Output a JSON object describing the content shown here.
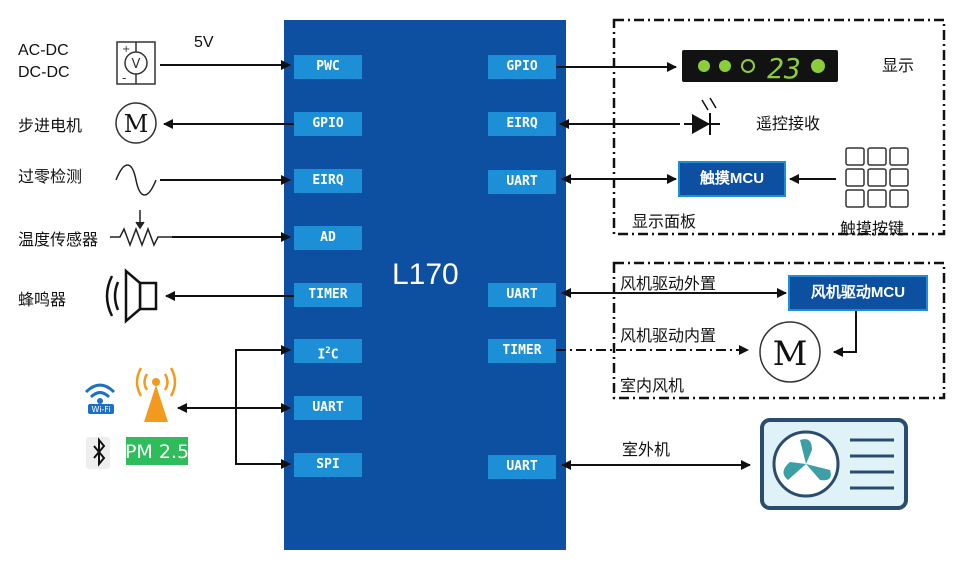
{
  "chip": {
    "name": "L170",
    "color": "#0d4fa0"
  },
  "left_ports": [
    "PWC",
    "GPIO",
    "EIRQ",
    "AD",
    "TIMER",
    "I2C",
    "UART",
    "SPI"
  ],
  "right_ports": [
    "GPIO",
    "EIRQ",
    "UART",
    "UART",
    "TIMER",
    "UART"
  ],
  "i2c_label": {
    "base": "I",
    "sup": "2",
    "tail": "C"
  },
  "left_devices": {
    "power_line1": "AC-DC",
    "power_line2": "DC-DC",
    "power_voltage": "5V",
    "stepper": "步进电机",
    "zero_cross": "过零检测",
    "temp_sensor": "温度传感器",
    "buzzer": "蜂鸣器",
    "pm_label": "PM 2.5"
  },
  "display_panel": {
    "title": "显示面板",
    "display": "显示",
    "display_digits": "23",
    "remote": "遥控接收",
    "mcu": "触摸MCU",
    "keys": "触摸按键"
  },
  "fan_group": {
    "external": "风机驱动外置",
    "internal": "风机驱动内置",
    "title": "室内风机",
    "mcu": "风机驱动MCU"
  },
  "outdoor": {
    "label": "室外机"
  },
  "motor_letter": "M"
}
